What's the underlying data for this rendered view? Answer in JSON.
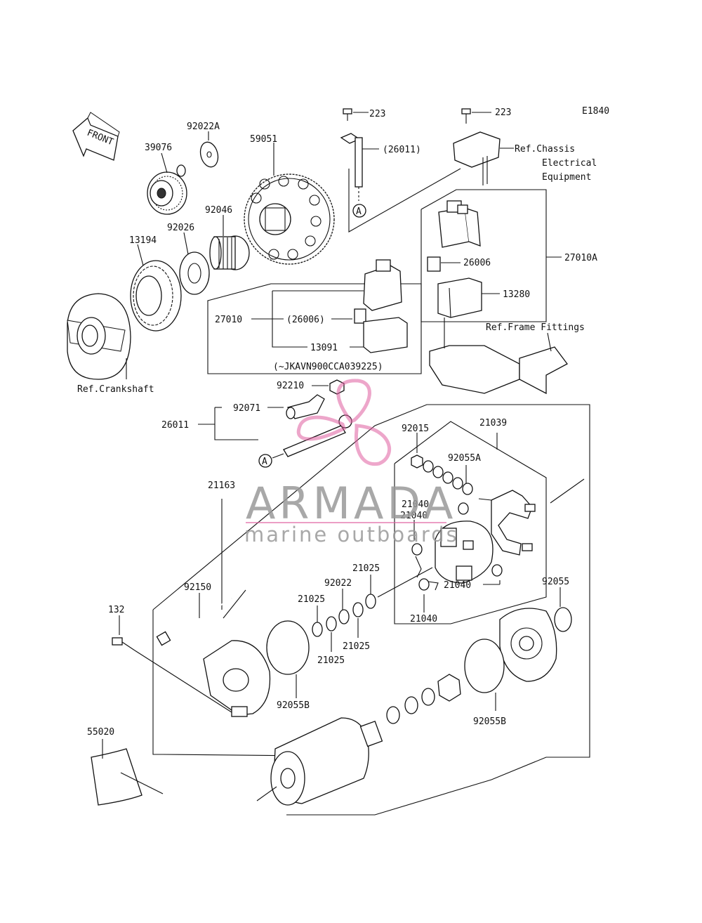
{
  "diagram_code": "E1840",
  "front_label": "FRONT",
  "watermark": {
    "title": "ARMADA",
    "subtitle": "marine outboards",
    "logo_color": "#e05fa0"
  },
  "labels": {
    "p223a": "223",
    "p223b": "223",
    "p26011_ref": "(26011)",
    "ref_chassis_1": "Ref.Chassis",
    "ref_chassis_2": "Electrical",
    "ref_chassis_3": "Equipment",
    "p92022A": "92022A",
    "p39076": "39076",
    "p59051": "59051",
    "p92046": "92046",
    "p92026": "92026",
    "p13194": "13194",
    "p27010A": "27010A",
    "p26006": "26006",
    "p13280": "13280",
    "p27010": "27010",
    "p26006_ref": "(26006)",
    "p13091": "13091",
    "vin_note": "(~JKAVN900CCA039225)",
    "ref_frame": "Ref.Frame Fittings",
    "ref_crankshaft": "Ref.Crankshaft",
    "p92210": "92210",
    "p92071": "92071",
    "p26011": "26011",
    "marker_a1": "A",
    "marker_a2": "A",
    "p92015": "92015",
    "p21039": "21039",
    "p92055A": "92055A",
    "p21163": "21163",
    "p21040a": "21040",
    "p21040b": "21040",
    "p21040c": "21040",
    "p21040d": "21040",
    "p21025a": "21025",
    "p21025b": "21025",
    "p21025c": "21025",
    "p21025d": "21025",
    "p92022": "92022",
    "p92055": "92055",
    "p92150": "92150",
    "p132": "132",
    "p92055B_a": "92055B",
    "p92055B_b": "92055B",
    "p55020": "55020"
  }
}
